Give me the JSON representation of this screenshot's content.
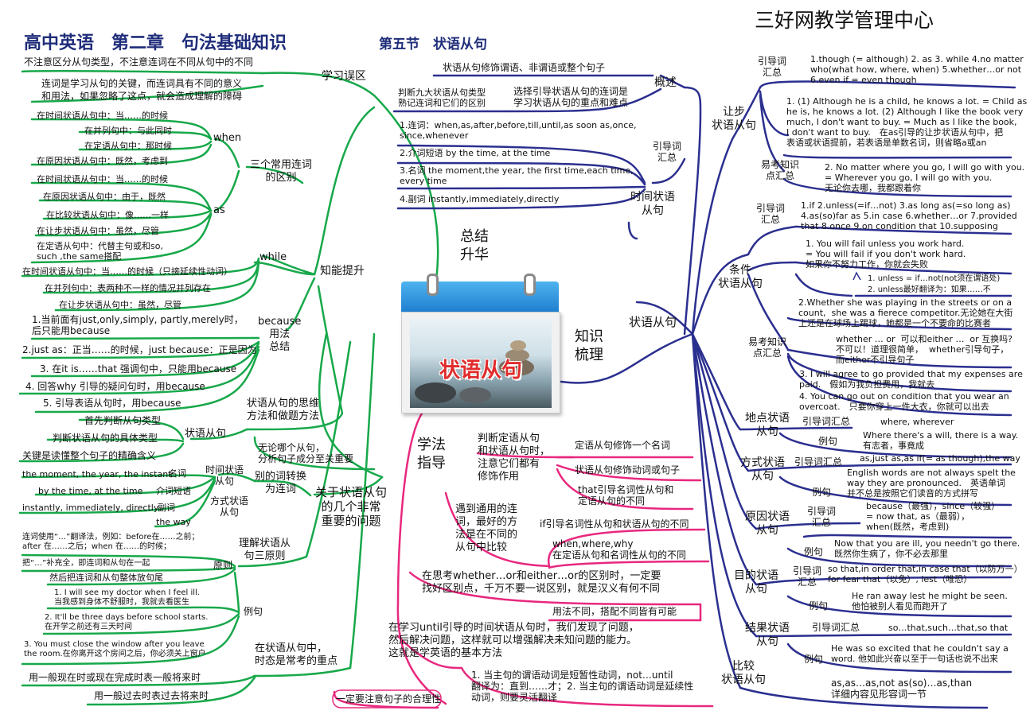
{
  "header": {
    "main_title": "高中英语　第二章　句法基础知识",
    "section_title": "第五节　状语从句",
    "brand": "三好网教学管理中心"
  },
  "center": {
    "label": "状语从句"
  },
  "colors": {
    "green": "#17a84a",
    "pink": "#e8287e",
    "navy": "#2b2f8f"
  },
  "branches": {
    "zongjie": "总结\n升华",
    "zhishi": "知识\n梳理",
    "xuefa": "学法\n指导",
    "zhuangyu": "状语从句"
  },
  "green": {
    "xuexi_wuqu": "学习误区",
    "wuqu1": "不注意区分从句类型，不注意连词在不同从句中的不同",
    "wuqu2": "连词是学习从句的关键，而连词具有不同的意义\n和用法，如果忽略了这点，就会造成理解的障碍",
    "zhineng": "知能提升",
    "sange": "三个常用连词\n的区别",
    "when": "when",
    "when1": "在时间状语从句中：当……的时候",
    "when2": "在并列句中：与此同时",
    "when3": "在定语从句中：那时候",
    "when4": "在原因状语从句中：既然，考虑到",
    "as": "as",
    "as1": "在时间状语从句中：当……的时候",
    "as2": "在原因状语从句中：由于，既然",
    "as3": "在比较状语从句中：像……一样",
    "as4": "在让步状语从句中：虽然，尽管",
    "as5": "在定语从句中：代替主句或和so,\nsuch ,the same搭配",
    "while": "while",
    "while1": "在时间状语从句中：当……的时候（只接延续性动词）",
    "while2": "在并列句中：表两种不一样的情况并列存在",
    "while3": "在让步状语从句中：虽然，尽管",
    "because": "because\n用法\n总结",
    "bec1": "1.当前面有just,only,simply, partly,merely时，\n后只能用because",
    "bec2": "2.just as：正当……的时候，just because：正是因为",
    "bec3": "3. 在it is……that 强调句中，只能用because",
    "bec4": "4. 回答why 引导的疑问句时，用because",
    "bec5": "5. 引导表语从句时，用because",
    "siwei": "状语从句的思维\n方法和做题方法",
    "zhuangyu_cj": "状语从句",
    "sw1": "首先判断从句类型",
    "sw2": "判断状语从句的具体类型",
    "sw3": "关键是读懂整个句子的精确含义",
    "wulun": "无论哪个从句，\n分析句子成分至关重要",
    "guanyu": "关于状语从句\n的几个非常\n重要的问题",
    "bieci": "别的词转换\n为连词",
    "shijian_cj": "时间状语\n从句",
    "fangshi_cj": "方式状语\n从句",
    "mingci": "名词",
    "jieci": "介词短语",
    "fuci": "副词",
    "zh1": "the moment, the year, the instant",
    "zh2": "by the time, at the time",
    "zh3": "instantly, immediately, directly",
    "zh4": "the way",
    "lijie": "理解状语从\n句三原则",
    "yuanze": "原则",
    "yz1": "连词使用“…”翻译法，例如：before在……之前；\nafter 在……之后；when 在……的时候；",
    "yz2": "把“…”补充全，即连词和从句在一起",
    "yz3": "然后把连词和从句整体放句尾",
    "liju": "例句",
    "lj1": "1. I will see my doctor when I feel ill.\n当我感到身体不舒服时，我就去看医生",
    "lj2": "2. It'll be three days before school starts.\n在开学之前还有三天时间",
    "lj3": "3. You must close the window after you leave\nthe room.在你离开这个房间之后，你必须关上窗户",
    "shitai": "在状语从句中，\n时态是常考的重点",
    "st1": "用一般现在时或现在完成时表一般将来时",
    "st2": "用一般过去时表过去将来时"
  },
  "pink": {
    "pd": "判断定语从句\n和状语从句时，\n注意它们都有\n修饰作用",
    "pd1": "定语从句修饰一个名词",
    "pd2": "状语从句修饰动词或句子",
    "pd3": "that引导名词性从句和\n定语从句的不同",
    "yd": "遇到通用的连\n词，最好的方\n法是在不同的\n从句中比较",
    "yd1": "if引导名词性从句和状语从句的不同",
    "yd2": "when,where,why\n在定语从句和名词性从句的不同",
    "whether": "在思考whether…or和either…or的区别时，一定要\n找好区别点，千万不要一说区别，就是汉义有何不同",
    "yongfa": "用法不同，搭配不同皆有可能",
    "until": "在学习until引导的时间状语从句时，我们发现了问题，\n然后解决问题，这样就可以增强解决未知问题的能力。\n这就是学英语的基本方法",
    "until1": "1. 当主句的谓语动词是短暂性动词，not…until\n翻译为：直到……才；2. 当主句的谓语动词是延续性\n动词，则要灵活翻译",
    "heli": "一定要注意句子的合理性"
  },
  "navy": {
    "gaishu": "概述",
    "gs1": "状语从句修饰谓语、非谓语或整个句子",
    "gs2": "选择引导状语从句的连词是\n学习状语从句的重点和难点",
    "gs3": "判断九大状语从句类型\n熟记连词和它们的区别",
    "shijian": "时间状语\n从句",
    "sj_yd": "引导词\n汇总",
    "sj1": "1.连词：when,as,after,before,till,until,as soon as,once,\nsince,whenever",
    "sj2": "2.介词短语 by the time, at the time",
    "sj3": "3.名词 the moment,the year, the first time,each time,\nevery time",
    "sj4": "4.副词 instantly,immediately,directly",
    "rangbu": "让步\n状语从句",
    "rb_yd": "引导词\n汇总",
    "rb_yd_text": "1.though (= although) 2. as 3. while 4.no matter\nwho(what how, where, when) 5.whether…or not\n6.even if = even though",
    "rb_yk": "易考知识\n点汇总",
    "rb1": "1. (1) Although he is a child, he knows a lot. = Child as\nhe is, he knows a lot. (2) Although I like the book very\nmuch, I don't want to buy. = Much as I like the book,\nI don't want to buy.　在as引导的让步状语从句中，把\n表语或状语提前，若表语是单数名词，则省略a或an",
    "rb2": "2. No matter where you go, I will go with you.\n= Wherever you go, I will go with you.\n无论你去哪，我都跟着你",
    "tiaojian": "条件\n状语从句",
    "tj_yd": "引导词\n汇总",
    "tj_yd_text": "1.if 2.unless(=if…not) 3.as long as(=so long as)\n4.as(so)far as 5.in case 6.whether…or 7.provided\nthat 8.once 9.on condition that 10.supposing",
    "tj_yk": "易考知识\n点汇总",
    "tj1": "1. You will fail unless you work hard.\n= You will fail if you don't work hard.\n如果你不努力工作，你就会失败",
    "tj1a": "1. unless = if…not(not须在谓语处)",
    "tj1b": "2. unless最好翻译为：如果……不",
    "tj2": "2.Whether she was playing in the streets or on a\ncount,  she was a fierece competitor.无论她在大街\n上还是在球场上踢球，她都是一个不要命的比赛者",
    "tj2a": "whether … or  可以和either …  or 互换吗?\n不可以！道理很简单，  whether引导句子，\n而either不引导句子",
    "tj3": "3. I will agree to go provided that my expenses are\npaid.　假如为我负担费用，我就去",
    "tj4": "4. You can go out on condition that you wear an\novercoat.　只要你穿上一件大衣，你就可以出去",
    "didian": "地点状语\n从句",
    "dd_yd": "引导词汇总",
    "dd_yd_text": "where, wherever",
    "dd_lj": "例句",
    "dd_lj_text": "Where there's a will, there is a way.\n有志者，事竟成",
    "fangshi": "方式状语\n从句",
    "fs_yd": "引导词汇总",
    "fs_yd_text": "as,just as,as if(= as though),the way",
    "fs_lj": "例句",
    "fs_lj_text": "English words are not always spelt the\nway they are pronounced.　英语单词\n并不总是按照它们读音的方式拼写",
    "yuanyin": "原因状语\n从句",
    "yy_yd": "引导词\n汇总",
    "yy_yd_text": "because（最强），since（较强）\n= now that, as（最弱），\nwhen(既然，考虑到)",
    "yy_lj": "例句",
    "yy_lj_text": "Now that you are ill, you needn't go there.\n既然你生病了，你不必去那里",
    "mudi": "目的状语\n从句",
    "md_yd": "引导词\n汇总",
    "md_yd_text": "so that,in order that,in case that（以防万一）\nfor fear that（以免）, lest（唯恐）",
    "md_lj": "例句",
    "md_lj_text": "He ran away lest he might be seen.\n他怕被别人看见而跑开了",
    "jieguo": "结果状语\n从句",
    "jg_yd": "引导词汇总",
    "jg_yd_text": "so…that,such…that,so that",
    "jg_lj": "例句",
    "jg_lj_text": "He was so excited that he couldn't say a\nword. 他如此兴奋以至于一句话也说不出来",
    "bijiao": "比较\n状语从句",
    "bj_text": "as,as…as,not as(so)…as,than\n详细内容见形容词一节"
  }
}
